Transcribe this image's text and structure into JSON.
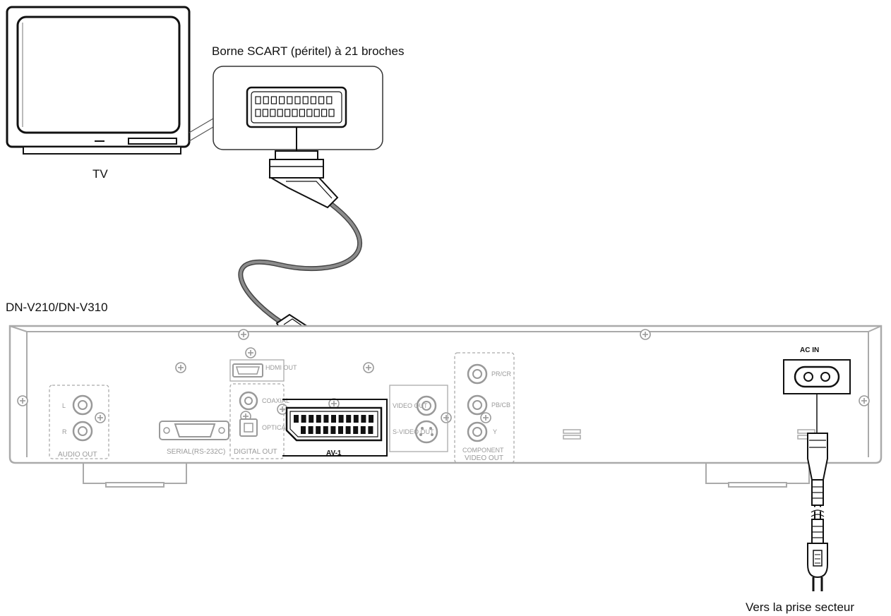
{
  "labels": {
    "scart_terminal": "Borne SCART (péritel) à 21 broches",
    "tv": "TV",
    "model": "DN-V210/DN-V310",
    "mains": "Vers la prise secteur"
  },
  "panel": {
    "hdmi_out": "HDMI OUT",
    "audio_l": "L",
    "audio_r": "R",
    "audio_out": "AUDIO OUT",
    "serial": "SERIAL(RS-232C)",
    "coaxial": "COAXIAL",
    "optical": "OPTICAL",
    "digital_out": "DIGITAL OUT",
    "av1": "AV-1",
    "video_out": "VIDEO OUT",
    "s_video_out": "S-VIDEO OUT",
    "pr_cr": "PR/CR",
    "pb_cb": "PB/CB",
    "y": "Y",
    "component": "COMPONENT",
    "component_video_out": "VIDEO OUT",
    "ac_in": "AC IN"
  }
}
